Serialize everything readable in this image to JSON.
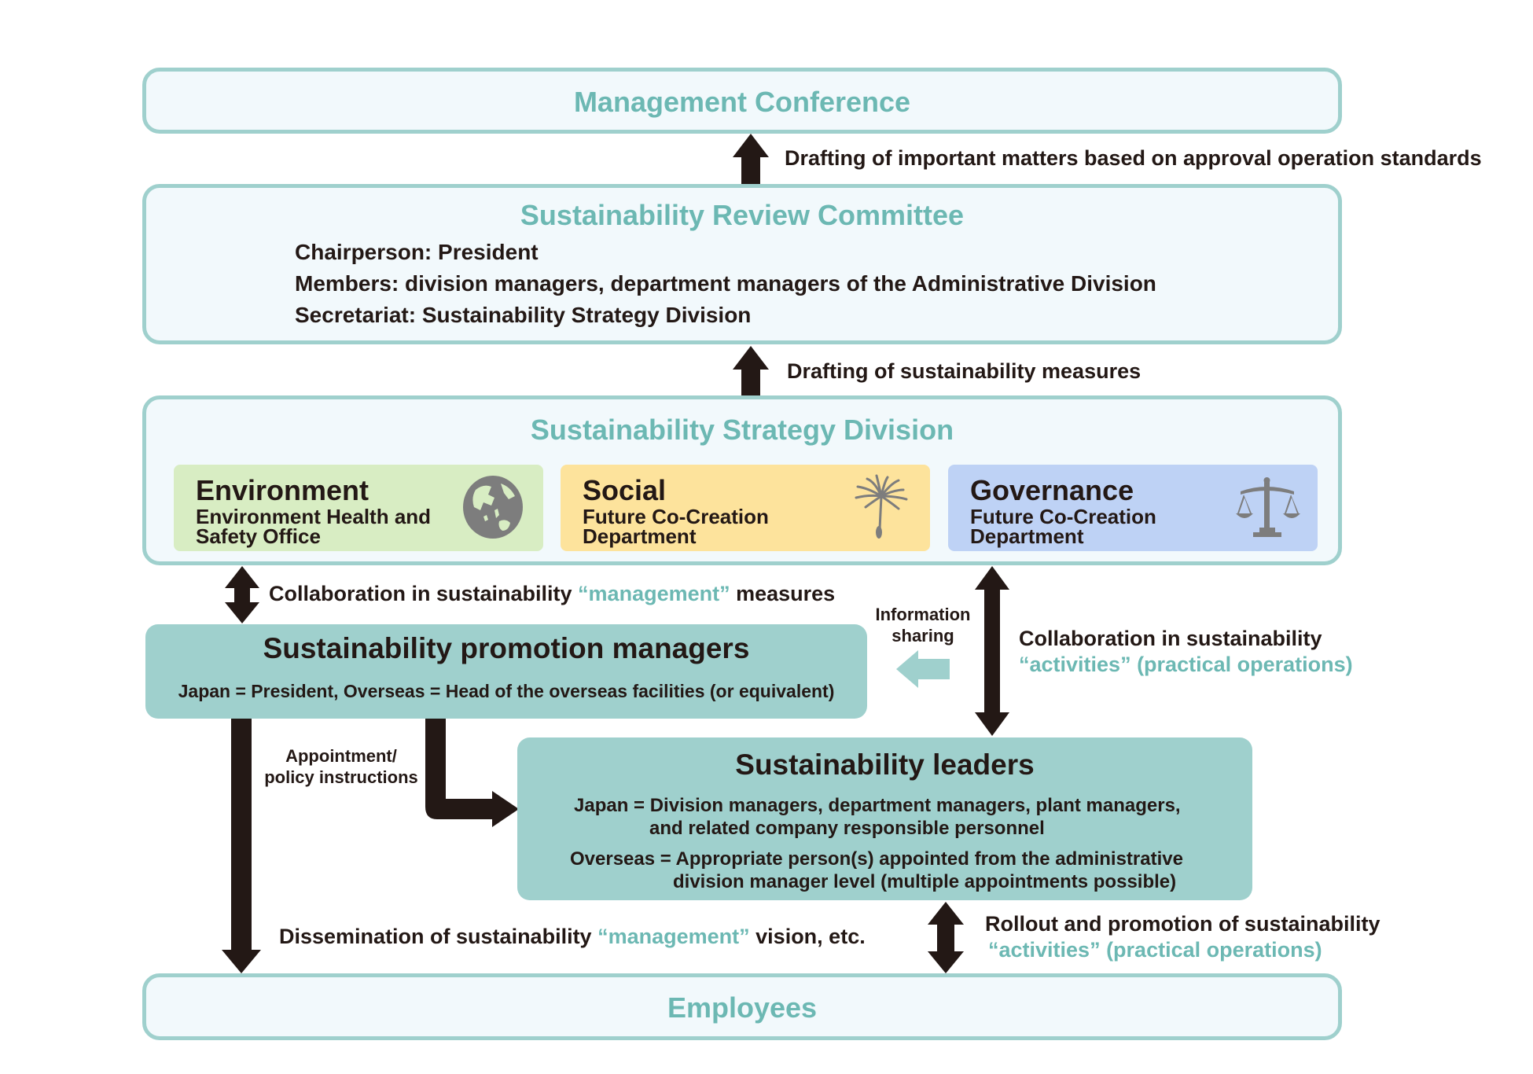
{
  "management_conference": {
    "title": "Management Conference"
  },
  "arrow_labels": {
    "drafting_important": "Drafting of important matters based on approval operation standards",
    "drafting_measures": "Drafting of sustainability measures",
    "collab_management_prefix": "Collaboration in sustainability ",
    "collab_management_highlight": "“management”",
    "collab_management_suffix": " measures",
    "information_sharing_line1": "Information",
    "information_sharing_line2": "sharing",
    "collab_activities_line1": "Collaboration in sustainability",
    "collab_activities_line2": "“activities” (practical operations)",
    "appointment_line1": "Appointment/",
    "appointment_line2": "policy instructions",
    "dissemination_prefix": "Dissemination of sustainability ",
    "dissemination_highlight": "“management”",
    "dissemination_suffix": " vision, etc.",
    "rollout_line1": "Rollout and promotion of sustainability",
    "rollout_line2": "“activities” (practical operations)"
  },
  "review_committee": {
    "title": "Sustainability Review Committee",
    "lines": [
      "Chairperson: President",
      "Members: division managers, department managers of the Administrative Division",
      "Secretariat: Sustainability Strategy Division"
    ]
  },
  "strategy_division": {
    "title": "Sustainability Strategy Division",
    "pillars": [
      {
        "name": "Environment",
        "desc_line1": "Environment Health and",
        "desc_line2": "Safety Office",
        "icon": "globe-icon",
        "color": "#d8edc3"
      },
      {
        "name": "Social",
        "desc_line1": "Future Co-Creation",
        "desc_line2": "Department",
        "icon": "dandelion-seed-icon",
        "color": "#fde39c"
      },
      {
        "name": "Governance",
        "desc_line1": "Future Co-Creation",
        "desc_line2": "Department",
        "icon": "scales-icon",
        "color": "#bed2f5"
      }
    ]
  },
  "promotion_managers": {
    "title": "Sustainability promotion managers",
    "detail": "Japan = President, Overseas = Head of the overseas facilities (or equivalent)"
  },
  "leaders": {
    "title": "Sustainability leaders",
    "japan_line1": "Japan = Division managers, department managers, plant managers,",
    "japan_line2": "and related company responsible personnel",
    "overseas_line1": "Overseas = Appropriate person(s) appointed from the administrative",
    "overseas_line2": "division manager level (multiple appointments possible)"
  },
  "employees": {
    "title": "Employees"
  },
  "colors": {
    "accent_teal": "#6cb8b3",
    "border_teal": "#9fd0cd",
    "box_fill": "#f2f9fc",
    "arrow_dark": "#231815"
  }
}
